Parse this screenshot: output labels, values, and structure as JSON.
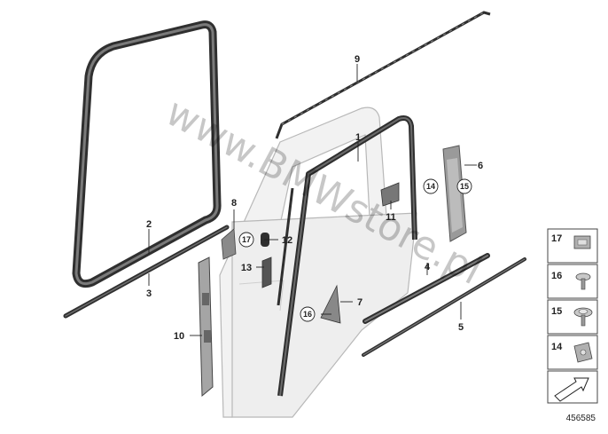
{
  "diagram": {
    "callouts": [
      "1",
      "2",
      "3",
      "4",
      "5",
      "6",
      "7",
      "8",
      "9",
      "10",
      "11",
      "12",
      "13"
    ],
    "circled_refs": {
      "left_of_6": "14",
      "right_of_6": "15",
      "near_12": "17",
      "near_7": "16"
    },
    "watermark": "www.BMWstore.pl",
    "document_number": "456585"
  },
  "parts_legend": [
    {
      "number": "17",
      "icon": "clip-icon"
    },
    {
      "number": "16",
      "icon": "screw-icon"
    },
    {
      "number": "15",
      "icon": "washer-screw-icon"
    },
    {
      "number": "14",
      "icon": "nut-clip-icon"
    }
  ],
  "colors": {
    "seal_dark": "#3a3a3a",
    "door_panel": "#eeeeee",
    "part_grey": "#9a9a9a",
    "line": "#333333"
  }
}
